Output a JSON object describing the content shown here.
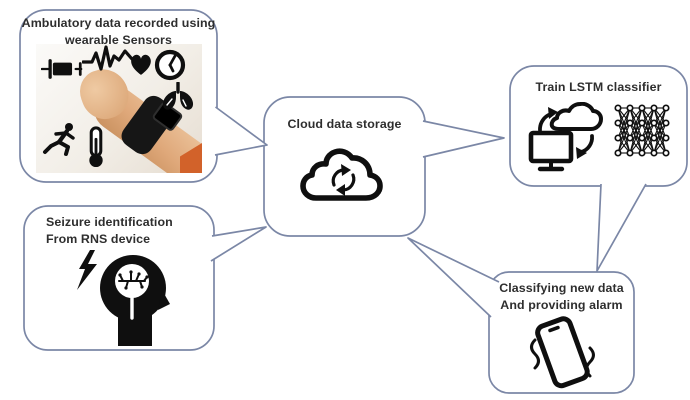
{
  "figure": {
    "type": "flow-diagram",
    "background": "#ffffff",
    "nodes": {
      "wearable": {
        "line1": "Ambulatory data recorded using",
        "line2": "wearable Sensors",
        "icons": [
          "syringe-icon",
          "ecg-wave-icon",
          "heart-icon",
          "clock-icon",
          "lungs-icon",
          "runner-icon",
          "thermometer-icon",
          "wrist-wearable-photo"
        ]
      },
      "seizure": {
        "line1": "Seizure identification",
        "line2": "From RNS device",
        "icons": [
          "lightning-bolt-icon",
          "head-brain-icon"
        ]
      },
      "cloud": {
        "line1": "Cloud data storage",
        "icons": [
          "cloud-sync-icon"
        ]
      },
      "lstm": {
        "line1": "Train LSTM classifier",
        "icons": [
          "computer-cloud-sync-icon",
          "neural-network-icon"
        ]
      },
      "classify": {
        "line1": "Classifying new data",
        "line2": "And providing alarm",
        "icons": [
          "vibrating-phone-icon"
        ]
      }
    },
    "edges": [
      {
        "from": "wearable",
        "to": "cloud"
      },
      {
        "from": "seizure",
        "to": "cloud"
      },
      {
        "from": "cloud",
        "to": "lstm"
      },
      {
        "from": "lstm",
        "to": "classify"
      },
      {
        "from": "classify",
        "to": "cloud"
      }
    ],
    "colors": {
      "callout_border": "#7b87a6",
      "text": "#2e2e2e",
      "icon": "#0f0f0f",
      "arm_skin": "#dfa87a",
      "photo_accent_orange": "#d2622a"
    }
  }
}
